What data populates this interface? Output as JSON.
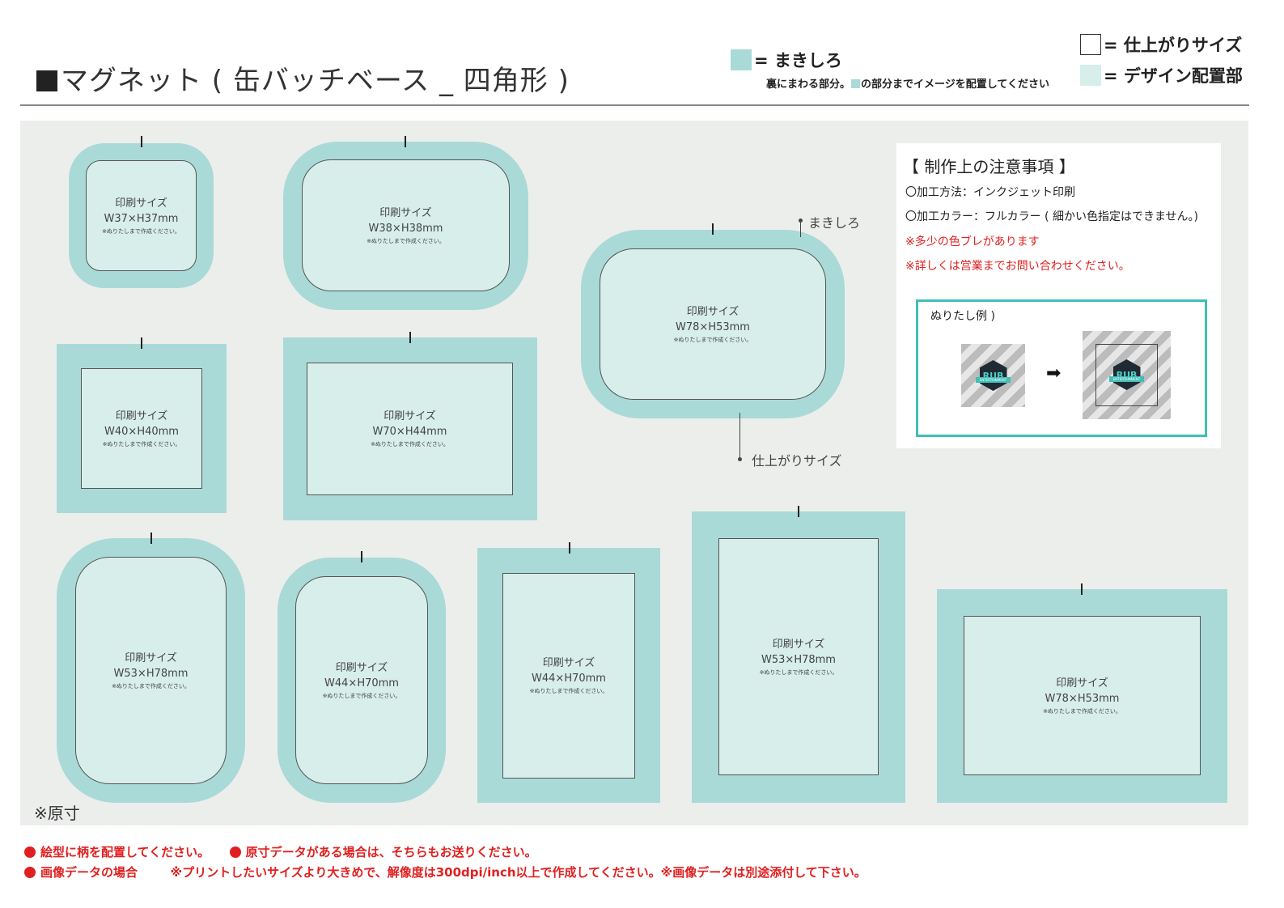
{
  "header": {
    "title": "マグネット ( 缶バッチベース _ 四角形 )"
  },
  "legend": {
    "makishiro_label": "= まきしろ",
    "makishiro_note_a": "裏にまわる部分。",
    "makishiro_note_b": "の部分までイメージを配置してください",
    "finish_label": "= 仕上がりサイズ",
    "design_label": "= デザイン配置部"
  },
  "templates": [
    {
      "label": "印刷サイズ",
      "size": "W37×H37mm",
      "note": "※ぬりたしまで作成ください。"
    },
    {
      "label": "印刷サイズ",
      "size": "W38×H38mm",
      "note": "※ぬりたしまで作成ください。"
    },
    {
      "label": "印刷サイズ",
      "size": "W78×H53mm",
      "note": "※ぬりたしまで作成ください。"
    },
    {
      "label": "印刷サイズ",
      "size": "W40×H40mm",
      "note": "※ぬりたしまで作成ください。"
    },
    {
      "label": "印刷サイズ",
      "size": "W70×H44mm",
      "note": "※ぬりたしまで作成ください。"
    },
    {
      "label": "印刷サイズ",
      "size": "W53×H78mm",
      "note": "※ぬりたしまで作成ください。"
    },
    {
      "label": "印刷サイズ",
      "size": "W44×H70mm",
      "note": "※ぬりたしまで作成ください。"
    },
    {
      "label": "印刷サイズ",
      "size": "W44×H70mm",
      "note": "※ぬりたしまで作成ください。"
    },
    {
      "label": "印刷サイズ",
      "size": "W53×H78mm",
      "note": "※ぬりたしまで作成ください。"
    },
    {
      "label": "印刷サイズ",
      "size": "W78×H53mm",
      "note": "※ぬりたしまで作成ください。"
    }
  ],
  "callouts": {
    "makishiro": "まきしろ",
    "finish": "仕上がりサイズ"
  },
  "notes": {
    "title": "【 制作上の注意事項 】",
    "items": [
      "〇加工方法：インクジェット印刷",
      "〇加工カラー：フルカラー ( 細かい色指定はできません。)",
      "※多少の色ブレがあります",
      "※詳しくは営業までお問い合わせください。"
    ],
    "example_label": "ぬりたし例 )",
    "arrow": "➡",
    "badge_text": "RUB",
    "badge_ribbon": "ENTERTAINMENT"
  },
  "canvas_note": "※原寸",
  "footer": {
    "line1_a": "絵型に柄を配置してください。",
    "line1_b": "原寸データがある場合は、そちらもお送りください。",
    "line2_a": "画像データの場合",
    "line2_b": "※プリントしたいサイズより大きめで、解像度は300dpi/inch以上で作成してください。※画像データは別途添付して下さい。"
  },
  "colors": {
    "makishiro": "#a9dad8",
    "design_area": "#d7eeea",
    "canvas": "#eceeec",
    "accent": "#3fbfb8",
    "warning": "#e02020"
  }
}
